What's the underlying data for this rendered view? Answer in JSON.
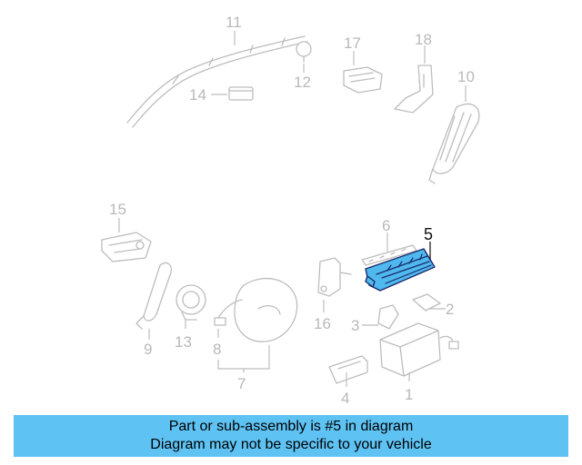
{
  "diagram": {
    "callouts": [
      "1",
      "2",
      "3",
      "4",
      "5",
      "6",
      "7",
      "8",
      "9",
      "10",
      "11",
      "12",
      "13",
      "14",
      "15",
      "16",
      "17",
      "18"
    ],
    "highlighted_part": "5",
    "highlight_color": "#4fb8ee",
    "outline_color": "#1a2a6a"
  },
  "banner": {
    "line1": "Part or sub-assembly is #5 in diagram",
    "line2": "Diagram may not be specific to your vehicle",
    "background": "#5ec2f3"
  }
}
